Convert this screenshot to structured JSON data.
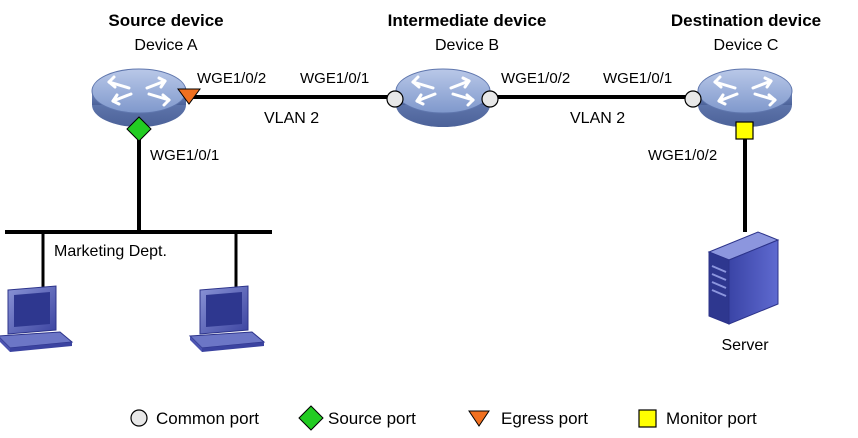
{
  "devices": {
    "a": {
      "role": "Source device",
      "name": "Device A"
    },
    "b": {
      "role": "Intermediate device",
      "name": "Device B"
    },
    "c": {
      "role": "Destination device",
      "name": "Device C"
    }
  },
  "ports": {
    "a_right": "WGE1/0/2",
    "a_bottom": "WGE1/0/1",
    "b_left": "WGE1/0/1",
    "b_right": "WGE1/0/2",
    "c_left": "WGE1/0/1",
    "c_bottom": "WGE1/0/2"
  },
  "links": {
    "ab_vlan": "VLAN 2",
    "bc_vlan": "VLAN 2"
  },
  "segment_label": "Marketing Dept.",
  "server_label": "Server",
  "legend": {
    "common": "Common port",
    "source": "Source port",
    "egress": "Egress port",
    "monitor": "Monitor port"
  },
  "colors": {
    "common": "#e8e8e8",
    "source": "#22cc22",
    "egress": "#f07020",
    "monitor": "#ffff00",
    "switch_body": "#7f98cc"
  }
}
